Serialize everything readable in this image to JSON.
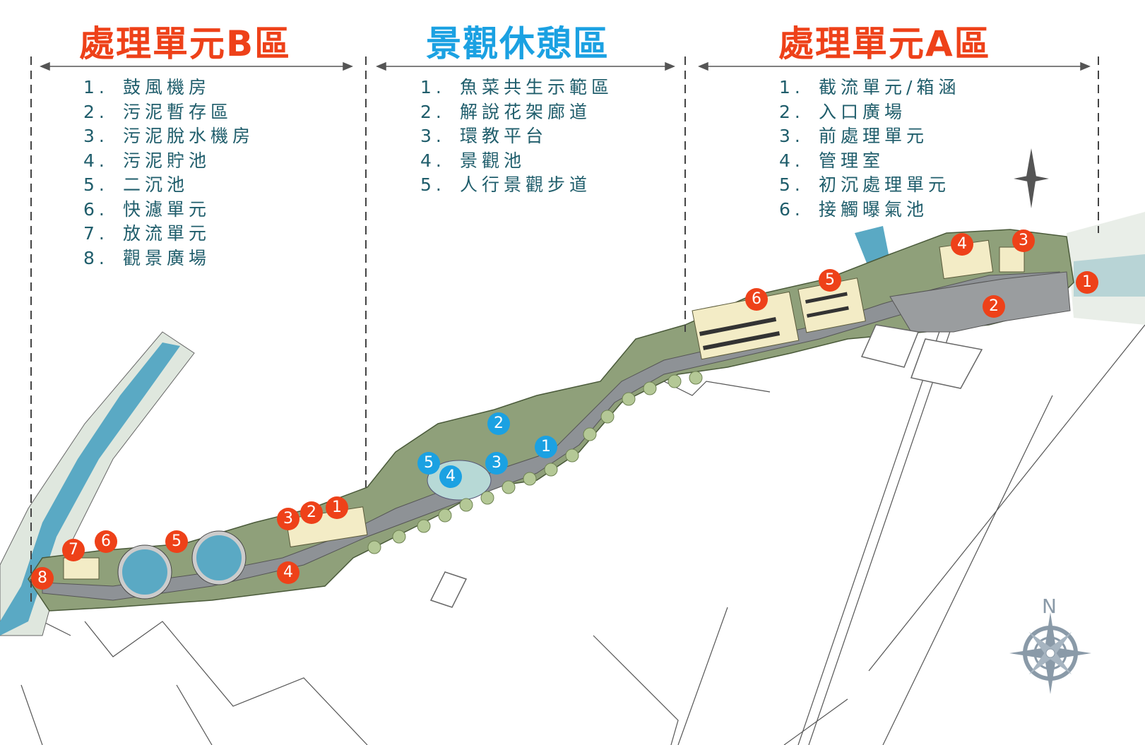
{
  "zones": [
    {
      "id": "b",
      "title": "處理單元B區",
      "color": "#ee4119",
      "items": [
        {
          "num": "1.",
          "label": "鼓風機房"
        },
        {
          "num": "2.",
          "label": "污泥暫存區"
        },
        {
          "num": "3.",
          "label": "污泥脫水機房"
        },
        {
          "num": "4.",
          "label": "污泥貯池"
        },
        {
          "num": "5.",
          "label": "二沉池"
        },
        {
          "num": "6.",
          "label": "快濾單元"
        },
        {
          "num": "7.",
          "label": "放流單元"
        },
        {
          "num": "8.",
          "label": "觀景廣場"
        }
      ]
    },
    {
      "id": "landscape",
      "title": "景觀休憩區",
      "color": "#1ba1e2",
      "items": [
        {
          "num": "1.",
          "label": "魚菜共生示範區"
        },
        {
          "num": "2.",
          "label": "解說花架廊道"
        },
        {
          "num": "3.",
          "label": "環教平台"
        },
        {
          "num": "4.",
          "label": "景觀池"
        },
        {
          "num": "5.",
          "label": "人行景觀步道"
        }
      ]
    },
    {
      "id": "a",
      "title": "處理單元A區",
      "color": "#ee4119",
      "items": [
        {
          "num": "1.",
          "label": "截流單元/箱涵"
        },
        {
          "num": "2.",
          "label": "入口廣場"
        },
        {
          "num": "3.",
          "label": "前處理單元"
        },
        {
          "num": "4.",
          "label": "管理室"
        },
        {
          "num": "5.",
          "label": "初沉處理單元"
        },
        {
          "num": "6.",
          "label": "接觸曝氣池"
        }
      ]
    }
  ],
  "markers": {
    "zone_b": [
      "8",
      "7",
      "6",
      "5",
      "4",
      "3",
      "2",
      "1"
    ],
    "landscape": [
      "2",
      "1",
      "5",
      "3",
      "4"
    ],
    "zone_a": [
      "6",
      "5",
      "4",
      "3",
      "1",
      "2"
    ]
  },
  "compass": {
    "north_label": "N",
    "icon": "compass-rose-icon"
  },
  "colors": {
    "red_marker": "#ee4119",
    "blue_marker": "#1ba1e2",
    "list_text": "#1f5d6b",
    "site_green": "#8fa07a",
    "path_gray": "#8e9296",
    "river": "#5aa9c4"
  }
}
